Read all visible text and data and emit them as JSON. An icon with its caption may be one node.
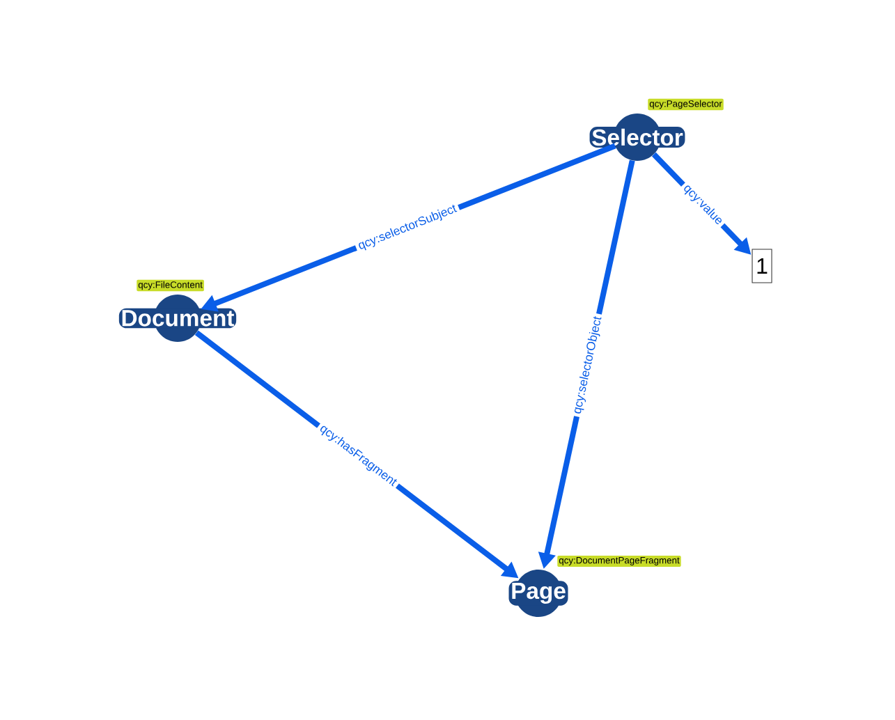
{
  "diagram": {
    "nodes": [
      {
        "text": [
          "qcy:PageSelector",
          "Selector"
        ]
      },
      {
        "text": [
          "qcy:FileContent",
          "Document"
        ]
      },
      {
        "text": [
          "qcy:DocumentPageFragment",
          "Page"
        ]
      },
      {
        "text": [
          "1"
        ]
      }
    ],
    "edges": [
      {
        "from": 0,
        "to": 1,
        "arrow": "to",
        "label": "qcy:selectorSubject"
      },
      {
        "from": 0,
        "to": 2,
        "arrow": "to",
        "label": "qcy:selectorObject"
      },
      {
        "from": 0,
        "to": 3,
        "arrow": "to",
        "label": "qcy:value"
      },
      {
        "from": 1,
        "to": 2,
        "arrow": "to",
        "label": "qcy:hasFragment"
      }
    ]
  }
}
